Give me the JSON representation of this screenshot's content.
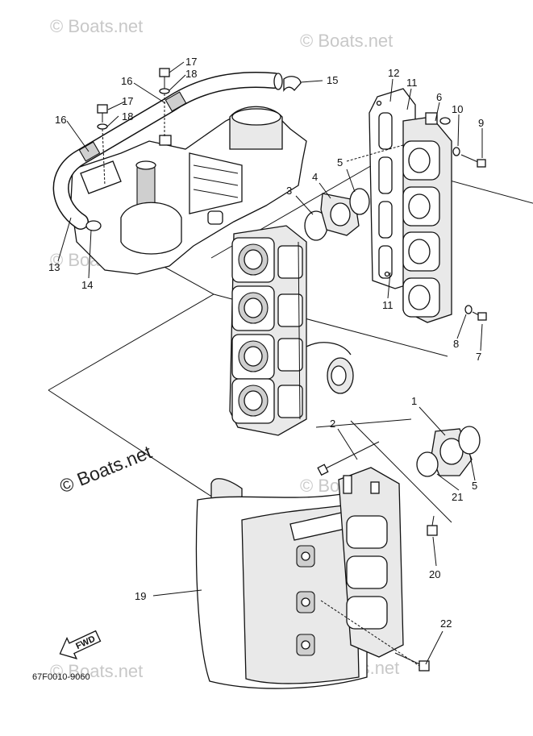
{
  "diagram": {
    "code": "67F0010-9060",
    "fwd_label": "FWD"
  },
  "watermarks": {
    "text": "© Boats.net",
    "main_text": "© Boats.net"
  },
  "callouts": [
    {
      "id": "c1",
      "label": "1"
    },
    {
      "id": "c2",
      "label": "2"
    },
    {
      "id": "c3",
      "label": "3"
    },
    {
      "id": "c4",
      "label": "4"
    },
    {
      "id": "c5a",
      "label": "5"
    },
    {
      "id": "c5b",
      "label": "5"
    },
    {
      "id": "c6",
      "label": "6"
    },
    {
      "id": "c7",
      "label": "7"
    },
    {
      "id": "c8",
      "label": "8"
    },
    {
      "id": "c9",
      "label": "9"
    },
    {
      "id": "c10",
      "label": "10"
    },
    {
      "id": "c11a",
      "label": "11"
    },
    {
      "id": "c11b",
      "label": "11"
    },
    {
      "id": "c12",
      "label": "12"
    },
    {
      "id": "c13",
      "label": "13"
    },
    {
      "id": "c14",
      "label": "14"
    },
    {
      "id": "c15",
      "label": "15"
    },
    {
      "id": "c16a",
      "label": "16"
    },
    {
      "id": "c16b",
      "label": "16"
    },
    {
      "id": "c17a",
      "label": "17"
    },
    {
      "id": "c17b",
      "label": "17"
    },
    {
      "id": "c18a",
      "label": "18"
    },
    {
      "id": "c18b",
      "label": "18"
    },
    {
      "id": "c19",
      "label": "19"
    },
    {
      "id": "c20",
      "label": "20"
    },
    {
      "id": "c21",
      "label": "21"
    },
    {
      "id": "c22",
      "label": "22"
    }
  ]
}
